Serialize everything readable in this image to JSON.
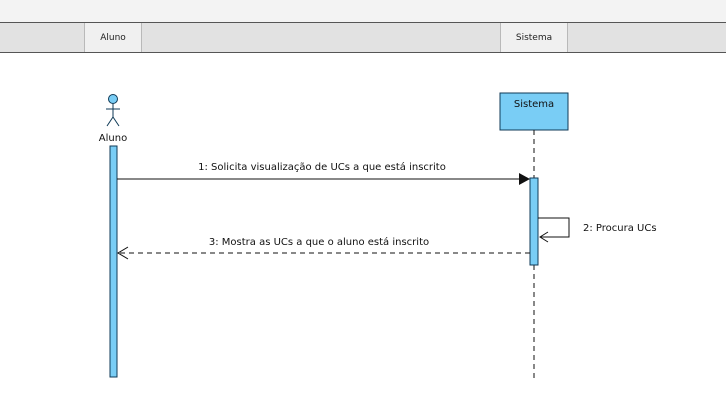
{
  "swimlanes": [
    {
      "label": "Aluno"
    },
    {
      "label": "Sistema"
    }
  ],
  "actor": {
    "name": "Aluno"
  },
  "object": {
    "name": "Sistema"
  },
  "messages": [
    {
      "label": "1: Solicita visualização de UCs a que está inscrito"
    },
    {
      "label": "2: Procura UCs"
    },
    {
      "label": "3: Mostra as UCs a que o aluno está inscrito"
    }
  ],
  "colors": {
    "lifeline_fill": "#79cdf5",
    "lifeline_stroke": "#0f3a57",
    "arrow": "#111111"
  }
}
